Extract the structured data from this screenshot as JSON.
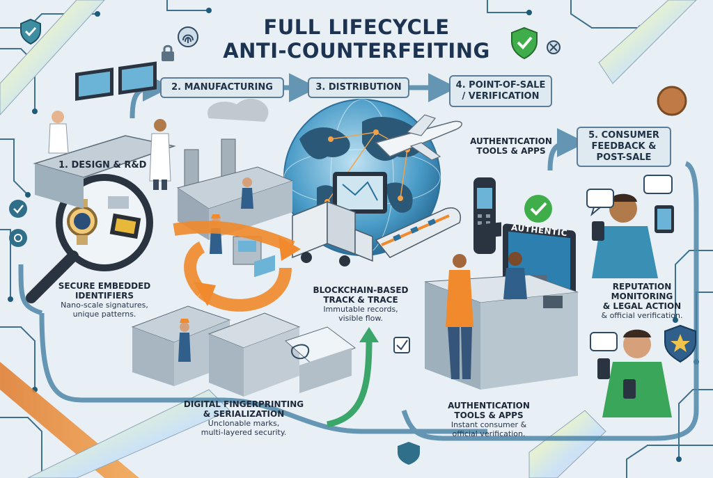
{
  "title": {
    "line1": "FULL LIFECYCLE",
    "line2": "ANTI-COUNTERFEITING"
  },
  "stages": {
    "design": "1. DESIGN & R&D",
    "manufacturing": "2. MANUFACTURING",
    "distribution": "3. DISTRIBUTION",
    "pos_line1": "4. POINT-OF-SALE",
    "pos_line2": "/ VERIFICATION",
    "feedback_line1": "5. CONSUMER",
    "feedback_line2": "FEEDBACK &",
    "feedback_line3": "POST-SALE"
  },
  "captions": {
    "embedded": {
      "head1": "SECURE EMBEDDED",
      "head2": "IDENTIFIERS",
      "body1": "Nano-scale signatures,",
      "body2": "unique patterns."
    },
    "blockchain": {
      "head1": "BLOCKCHAIN-BASED",
      "head2": "TRACK & TRACE",
      "body1": "Immutable records,",
      "body2": "visible flow."
    },
    "fingerprinting": {
      "head1": "DIGITAL FINGERPRINTING",
      "head2": "& SERIALIZATION",
      "body1": "Unclonable marks,",
      "body2": "multi-layered security."
    },
    "auth_top": {
      "head1": "AUTHENTICATION",
      "head2": "TOOLS & APPS"
    },
    "auth_bottom": {
      "head1": "AUTHENTICATION",
      "head2": "TOOLS & APPS",
      "body1": "Instant consumer &",
      "body2": "official verification."
    },
    "reputation": {
      "head1": "REPUTATION",
      "head2": "MONITORING",
      "head3": "& LEGAL ACTION",
      "body1": "& official verification."
    }
  },
  "monitor_text": "AUTHENTIC",
  "colors": {
    "background": "#e8eff5",
    "circuit": "#1f5b7a",
    "flow_arrow": "#4d86a8",
    "orange_loop": "#f08a2c",
    "green_arrow": "#3aa66a",
    "check_green": "#3fae4a",
    "title": "#1d3352"
  },
  "icons": [
    "shield-check-icon",
    "fingerprint-icon",
    "padlock-icon",
    "gear-icon",
    "magnifier-icon",
    "check-badge-icon",
    "chat-bubble-icon",
    "police-badge-icon",
    "airplane-icon",
    "truck-icon",
    "train-icon",
    "handheld-scanner-icon",
    "globe-icon"
  ]
}
